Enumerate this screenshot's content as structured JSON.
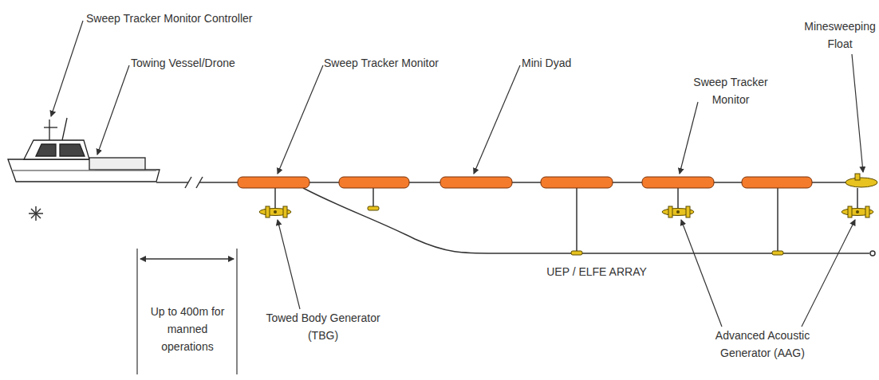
{
  "diagram": {
    "labels": [
      "Sweep Tracker Monitor Controller",
      "Towing Vessel/Drone",
      "Sweep Tracker Monitor",
      "Mini Dyad",
      "Sweep Tracker Monitor",
      "Minesweeping Float",
      "Towed Body Generator (TBG)",
      "UEP / ELFE ARRAY",
      "Advanced Acoustic Generator (AAG)",
      "Up to 400m for manned operations"
    ]
  }
}
